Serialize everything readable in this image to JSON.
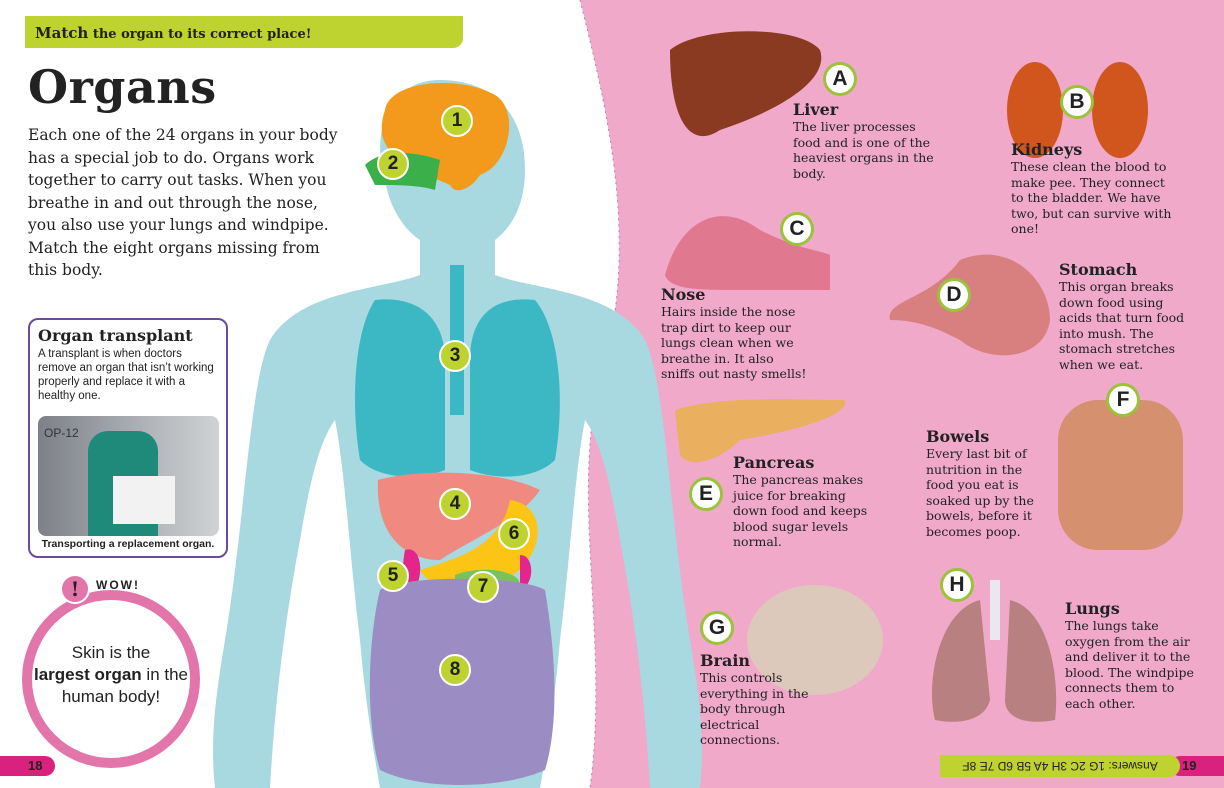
{
  "banner": {
    "strong": "Match",
    "rest": " the organ to its correct place!"
  },
  "title": "Organs",
  "intro": "Each one of the 24 organs in your body has a special job to do. Organs work together to carry out tasks. When you breathe in and out through the nose, you also use your lungs and windpipe. Match the eight organs missing from this body.",
  "transplant": {
    "title": "Organ transplant",
    "text": "A transplant is when doctors remove an organ that isn’t working properly and replace it with a healthy one.",
    "photo_sign": "OP-12",
    "caption": "Transporting a replacement organ."
  },
  "wow": {
    "badge": "!",
    "label": "WOW!",
    "pre": "Skin is the ",
    "bold": "largest organ",
    "post": " in the human body!"
  },
  "numbers": [
    "1",
    "2",
    "3",
    "4",
    "5",
    "6",
    "7",
    "8"
  ],
  "organs": [
    {
      "letter": "A",
      "name": "Liver",
      "text": "The liver processes food and is one of the heaviest organs in the body."
    },
    {
      "letter": "B",
      "name": "Kidneys",
      "text": "These clean the blood to make pee. They connect to the bladder. We have two, but can survive with one!"
    },
    {
      "letter": "C",
      "name": "Nose",
      "text": "Hairs inside the nose trap dirt to keep our lungs clean when we breathe in. It also sniffs out nasty smells!"
    },
    {
      "letter": "D",
      "name": "Stomach",
      "text": "This organ breaks down food using acids that turn food into mush. The stomach stretches when we eat."
    },
    {
      "letter": "E",
      "name": "Pancreas",
      "text": "The pancreas makes juice for breaking down food and keeps blood sugar levels normal."
    },
    {
      "letter": "F",
      "name": "Bowels",
      "text": "Every last bit of nutrition in the food you eat is soaked up by the bowels, before it becomes poop."
    },
    {
      "letter": "G",
      "name": "Brain",
      "text": "This controls everything in the body through electrical connections."
    },
    {
      "letter": "H",
      "name": "Lungs",
      "text": "The lungs take oxygen from the air and deliver it to the blood. The windpipe connects them to each other."
    }
  ],
  "answers": "Answers: 1G 2C 3H 4A 5B 6D 7E 8F",
  "page_left": "18",
  "page_right": "19"
}
